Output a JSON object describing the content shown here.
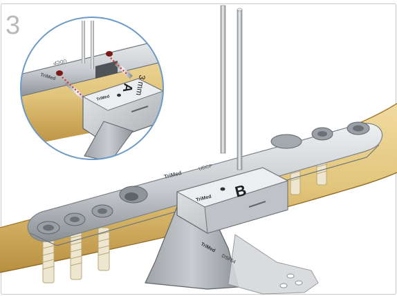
{
  "step_number": "3",
  "plate": {
    "brand": "TriMed",
    "model": "UDCP"
  },
  "guide_b": {
    "letter": "B",
    "brand": "TriMed"
  },
  "inset": {
    "plate_brand": "TriMed",
    "plate_model": "UDCP",
    "guide_letter": "A",
    "guide_size": "3 mm",
    "guide_brand": "TriMed"
  },
  "handle": {
    "brand": "TriMed",
    "code": "DSF64"
  },
  "colors": {
    "bone": "#e3c680",
    "bone_dark": "#b78c3b",
    "metal": "#c9cdd1",
    "metal_dark": "#8d9296",
    "frame_border": "#c8c8c8",
    "inset_border": "#6d9ac8",
    "pin_marker": "#d9302a"
  }
}
